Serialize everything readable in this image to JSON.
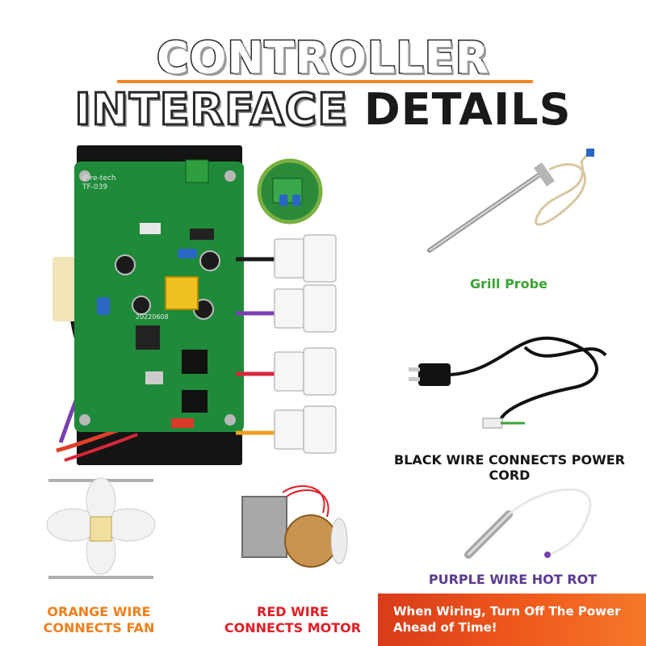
{
  "header": {
    "title_line1": "CONTROLLER",
    "title_line2_outline": "INTERFACE ",
    "title_line2_solid": "DETAILS"
  },
  "board": {
    "brand": "iFire-tech",
    "model": "TF-039",
    "date_code": "20220608"
  },
  "labels": {
    "grill_probe": "Grill Probe",
    "power_cord": "BLACK WIRE CONNECTS POWER CORD",
    "hot_rod": "PURPLE WIRE HOT ROT",
    "fan_line1": "ORANGE WIRE",
    "fan_line2": "CONNECTS FAN",
    "motor_line1": "RED WIRE",
    "motor_line2": "CONNECTS MOTOR"
  },
  "warning": {
    "line1": "When Wiring, Turn Off The Power",
    "line2": "Ahead of Time!"
  },
  "colors": {
    "accent_orange": "#f08a24",
    "pcb_green": "#1f8a3a",
    "wire_black": "#1a1a1a",
    "wire_purple": "#7a3fb0",
    "wire_red": "#d8263a",
    "wire_orange": "#f0a020"
  }
}
